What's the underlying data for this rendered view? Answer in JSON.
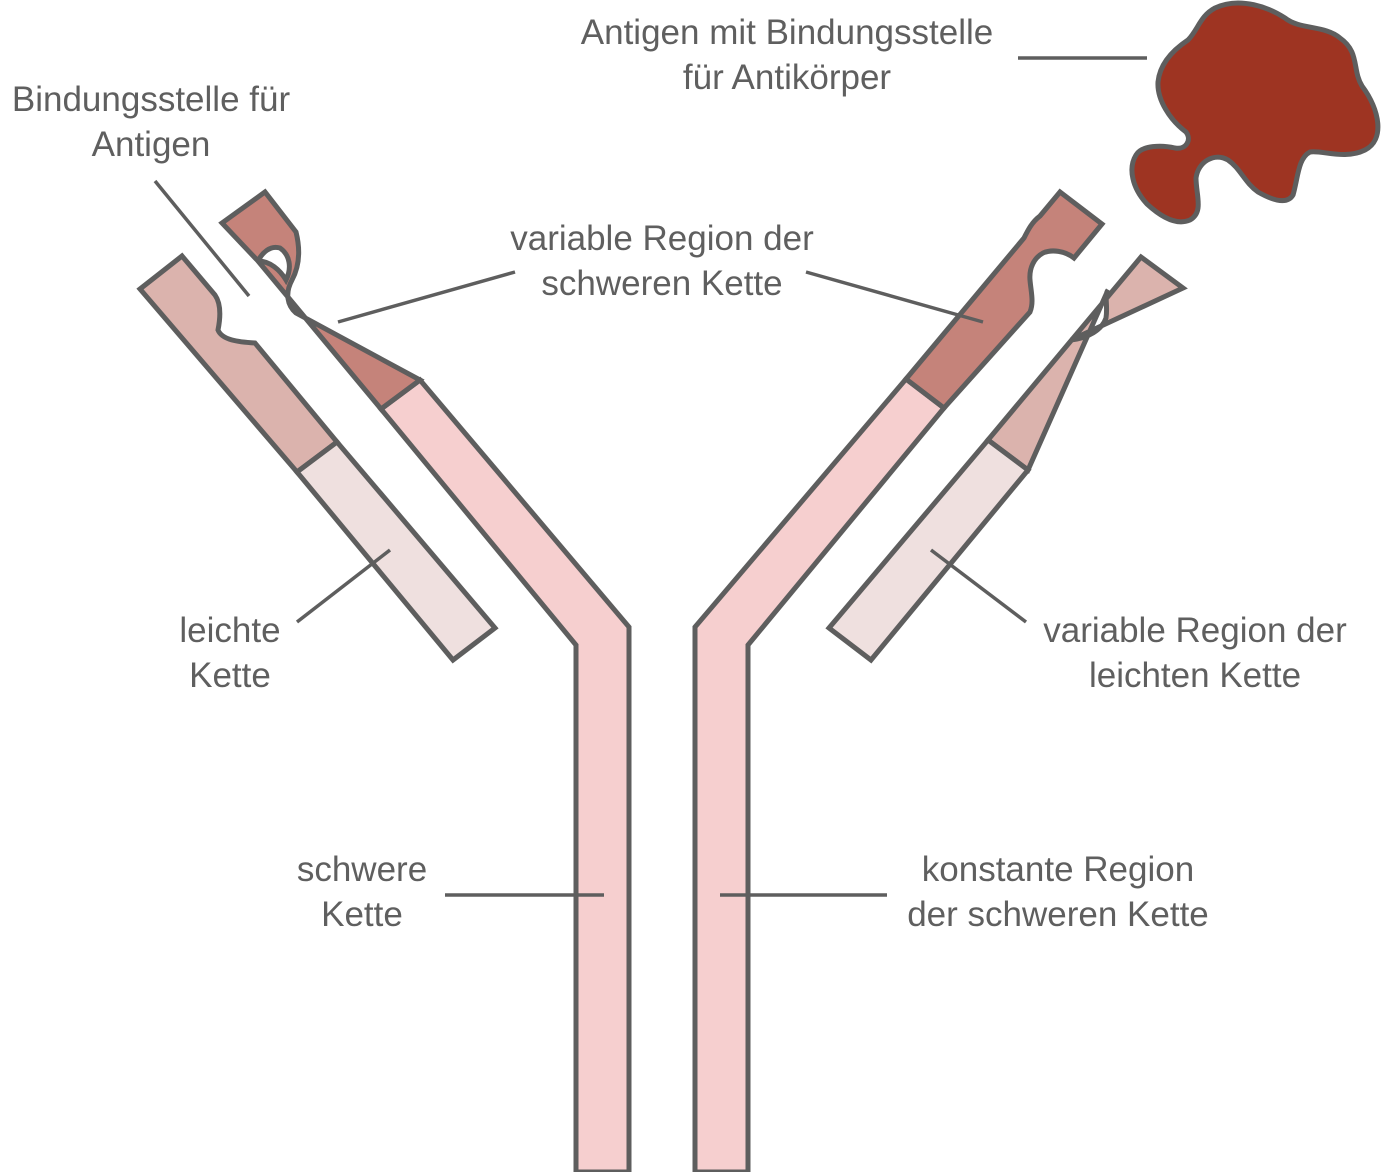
{
  "labels": {
    "antigen": {
      "line1": "Antigen mit Bindungsstelle",
      "line2": "für Antikörper"
    },
    "binding_site": {
      "line1": "Bindungsstelle für",
      "line2": "Antigen"
    },
    "heavy_variable": {
      "line1": "variable Region der",
      "line2": "schweren Kette"
    },
    "light_chain": {
      "line1": "leichte",
      "line2": "Kette"
    },
    "light_variable": {
      "line1": "variable Region der",
      "line2": "leichten Kette"
    },
    "heavy_chain": {
      "line1": "schwere",
      "line2": "Kette"
    },
    "heavy_constant": {
      "line1": "konstante Region",
      "line2": "der schweren Kette"
    }
  },
  "colors": {
    "heavy_constant_fill": "#f6cfcf",
    "heavy_variable_fill": "#c5837a",
    "light_variable_fill": "#dbb3ad",
    "light_constant_fill": "#efe0df",
    "antigen_fill": "#9e3422",
    "outline": "#5e5e5e",
    "label_text": "#5f5f5f"
  }
}
